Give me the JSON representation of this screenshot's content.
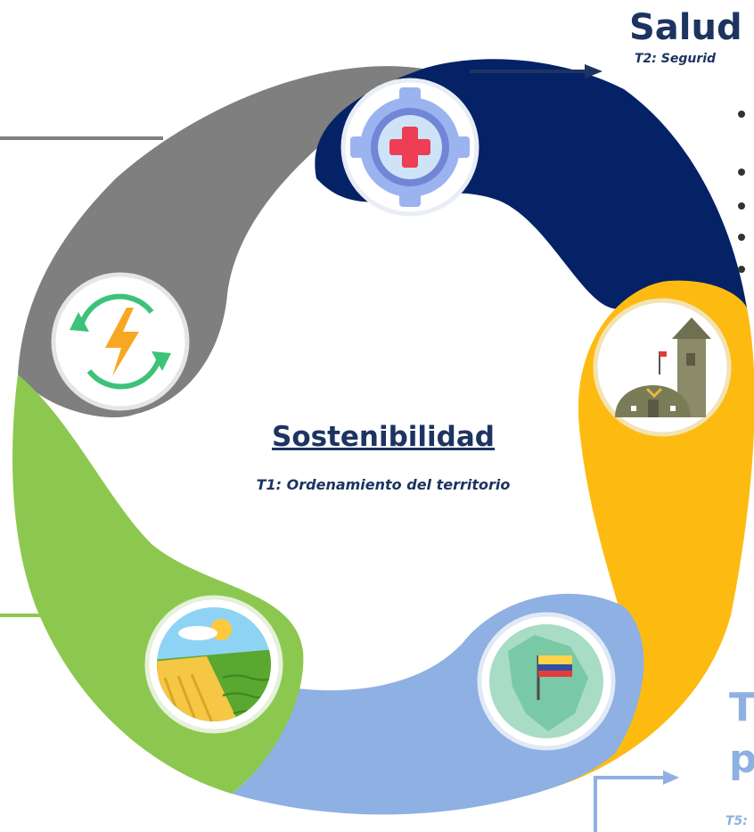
{
  "center": {
    "title": "Sostenibilidad",
    "subtitle": "T1: Ordenamiento del territorio"
  },
  "salud": {
    "title": "Salud",
    "subtitle": "T2: Segurid"
  },
  "bottom_right": {
    "title_line1": "T",
    "title_line2": "p",
    "subtitle": "T5:"
  },
  "colors": {
    "navy": "#062266",
    "gold": "#fdbb12",
    "light_blue": "#8eb0e3",
    "green": "#8cc84f",
    "gray": "#7f7f7f",
    "text_dark": "#1d3461"
  },
  "segments": [
    {
      "color_name": "navy",
      "icon": "medical-gear-icon"
    },
    {
      "color_name": "gold",
      "icon": "military-base-icon"
    },
    {
      "color_name": "light_blue",
      "icon": "colombia-map-flag-icon"
    },
    {
      "color_name": "green",
      "icon": "farm-field-icon"
    },
    {
      "color_name": "gray",
      "icon": "renewable-energy-icon"
    }
  ]
}
